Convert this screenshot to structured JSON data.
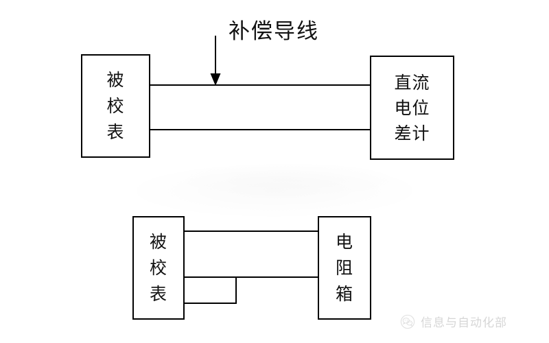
{
  "diagram": {
    "title_annotation": "补偿导线",
    "figures": [
      {
        "id": "figure-top",
        "left_box_label": "被校表",
        "right_box_label": "直流电位差计",
        "wire_count": 2,
        "annotation": "补偿导线",
        "annotation_arrow": "down-arrow"
      },
      {
        "id": "figure-bottom",
        "left_box_label": "被校表",
        "right_box_label": "电阻箱",
        "wire_count": 3,
        "annotation": "",
        "annotation_arrow": ""
      }
    ]
  },
  "watermark": {
    "text": "信息与自动化部",
    "logo_name": "wechat-circle-logo"
  },
  "colors": {
    "stroke": "#000000",
    "text": "#111111",
    "background": "#ffffff",
    "watermark_text": "#7a7a7a"
  }
}
